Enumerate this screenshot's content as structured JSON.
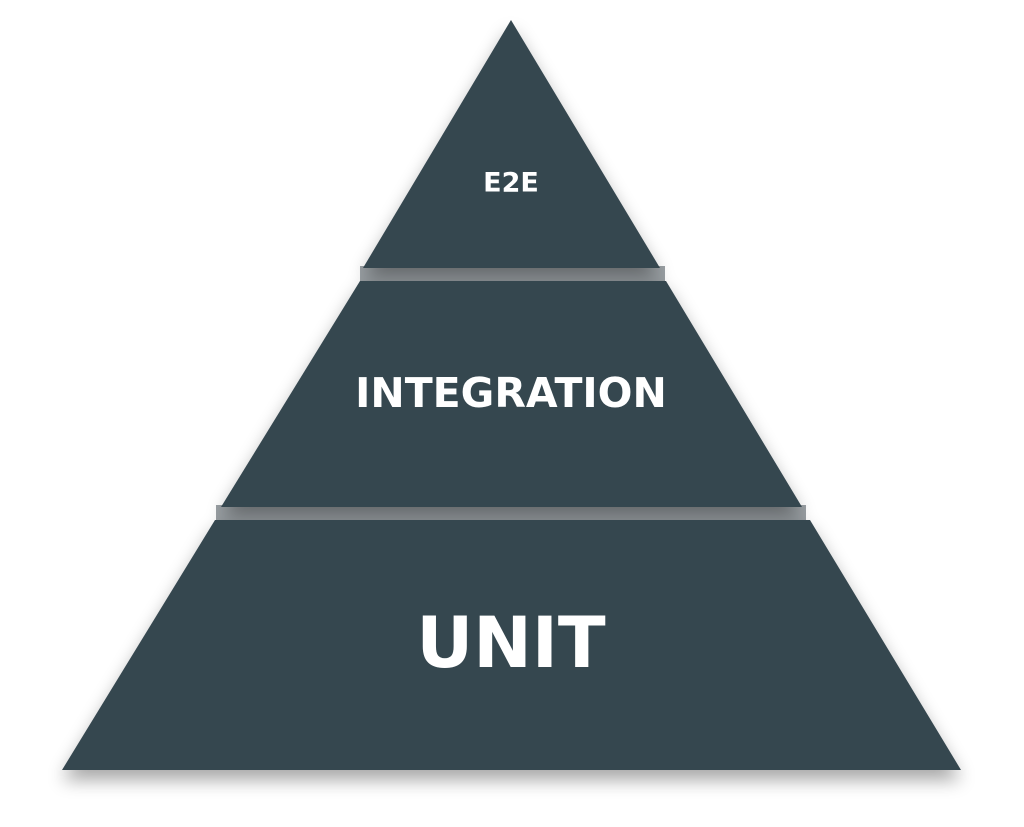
{
  "diagram": {
    "type": "pyramid",
    "tiers": [
      {
        "id": "top",
        "label": "E2E"
      },
      {
        "id": "middle",
        "label": "INTEGRATION"
      },
      {
        "id": "bottom",
        "label": "UNIT"
      }
    ]
  },
  "colors": {
    "background": "#ffffff",
    "tier_fill": "#36464f",
    "label_text": "#ffffff",
    "gap_shadow": "#9aa0a4"
  }
}
